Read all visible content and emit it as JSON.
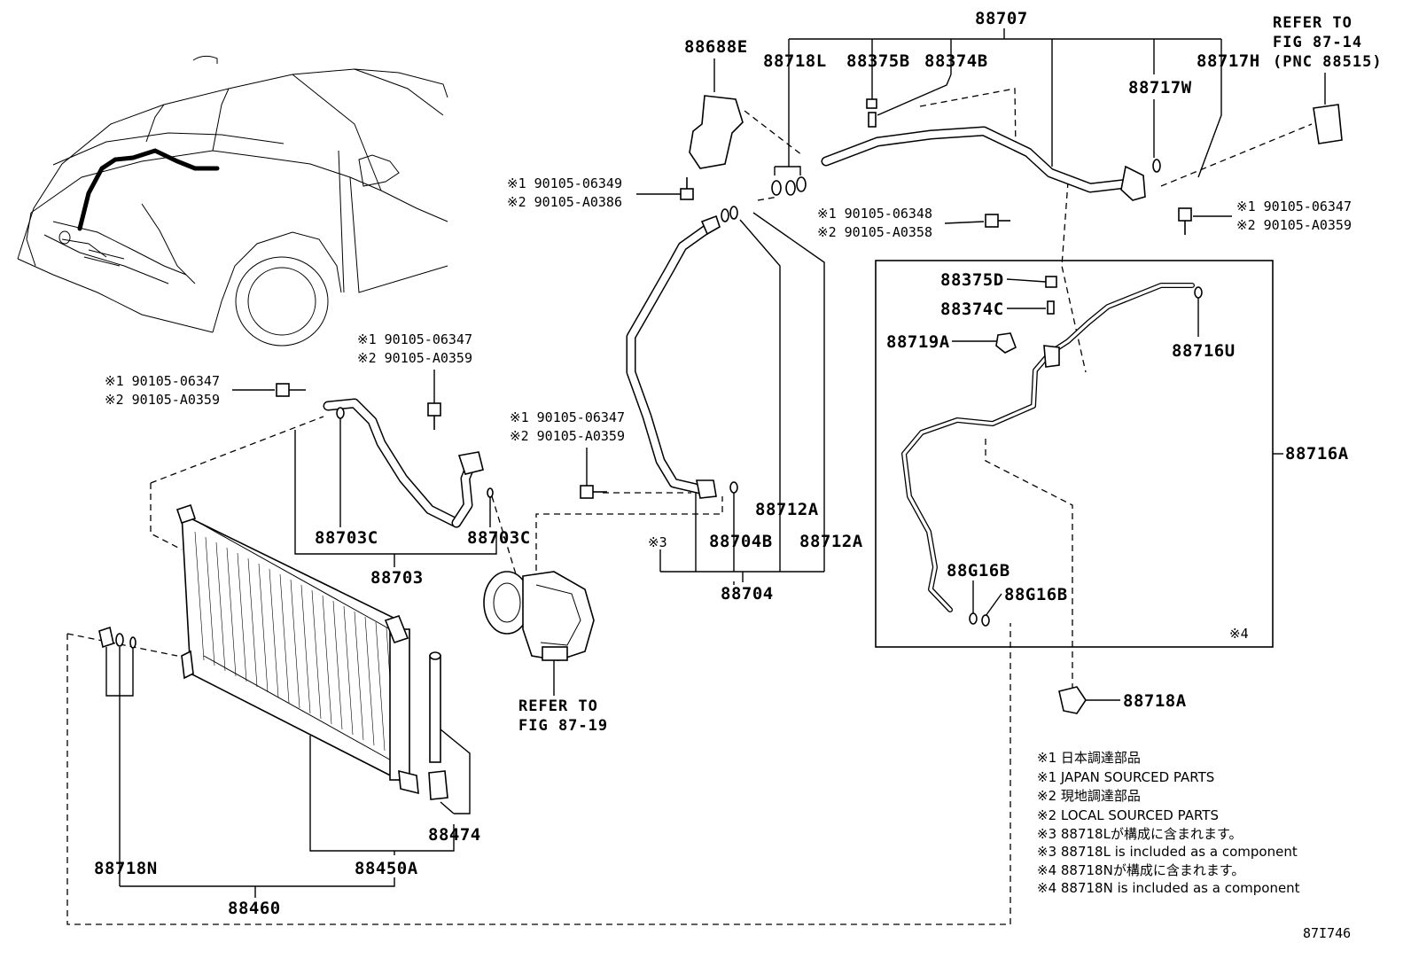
{
  "labels": {
    "p88707": "88707",
    "p88688E": "88688E",
    "p88718L": "88718L",
    "p88375B": "88375B",
    "p88374B": "88374B",
    "p88717H": "88717H",
    "p88717W": "88717W",
    "p88375D": "88375D",
    "p88374C": "88374C",
    "p88719A": "88719A",
    "p88716U": "88716U",
    "p88716A": "88716A",
    "p88G16B_1": "88G16B",
    "p88G16B_2": "88G16B",
    "p88718A": "88718A",
    "p88712A_1": "88712A",
    "p88712A_2": "88712A",
    "p88704B": "88704B",
    "p88704": "88704",
    "p88703C_1": "88703C",
    "p88703C_2": "88703C",
    "p88703": "88703",
    "p88474": "88474",
    "p88450A": "88450A",
    "p88718N": "88718N",
    "p88460": "88460",
    "note3_mark": "※3",
    "box_note4": "※4",
    "fig_number": "87I746"
  },
  "fasteners": {
    "f1": {
      "a": "※1 90105-06349",
      "b": "※2 90105-A0386"
    },
    "f2": {
      "a": "※1 90105-06348",
      "b": "※2 90105-A0358"
    },
    "f3": {
      "a": "※1 90105-06347",
      "b": "※2 90105-A0359"
    },
    "f4": {
      "a": "※1 90105-06347",
      "b": "※2 90105-A0359"
    },
    "f5": {
      "a": "※1 90105-06347",
      "b": "※2 90105-A0359"
    },
    "f6": {
      "a": "※1 90105-06347",
      "b": "※2 90105-A0359"
    }
  },
  "refs": {
    "ref_top": {
      "l1": "REFER TO",
      "l2": "FIG 87-14",
      "l3": "(PNC 88515)"
    },
    "ref_compressor": {
      "l1": "REFER TO",
      "l2": "FIG 87-19"
    }
  },
  "notes": [
    "※1 日本調達部品",
    "※1 JAPAN SOURCED PARTS",
    "※2 現地調達部品",
    "※2 LOCAL SOURCED PARTS",
    "※3 88718Lが構成に含まれます。",
    "※3 88718L  is included as a component",
    "※4 88718Nが構成に含まれます。",
    "※4 88718N is included as a component"
  ]
}
